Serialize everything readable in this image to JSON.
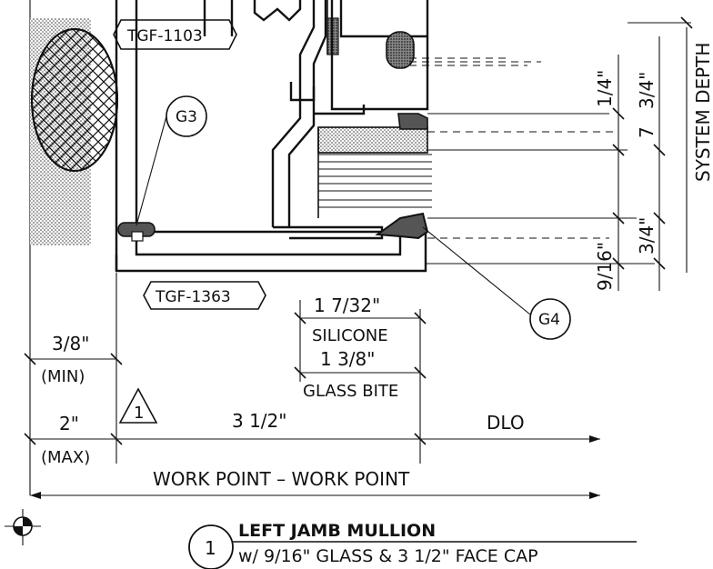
{
  "parts": {
    "gasket_top": "TGF-1103",
    "pressure_plate": "TGF-1363"
  },
  "callouts": {
    "g3": "G3",
    "g4": "G4"
  },
  "dimensions": {
    "right": {
      "d1": "1/4\"",
      "d2": "3/4\"",
      "d3": "7",
      "d4": "3/4\"",
      "glass": "9/16\"",
      "system_depth": "SYSTEM DEPTH"
    },
    "silicone_value": "1 7/32\"",
    "silicone_label": "SILICONE",
    "bite_value": "1 3/8\"",
    "bite_label": "GLASS BITE",
    "min_value": "3/8\"",
    "min_label": "(MIN)",
    "max_value": "2\"",
    "max_label": "(MAX)",
    "face_cap": "3 1/2\"",
    "dlo": "DLO",
    "work_point": "WORK POINT – WORK POINT"
  },
  "revision": {
    "mark": "1"
  },
  "title": {
    "number": "1",
    "main": "LEFT JAMB MULLION",
    "sub": "w/ 9/16\" GLASS & 3 1/2\" FACE CAP"
  }
}
